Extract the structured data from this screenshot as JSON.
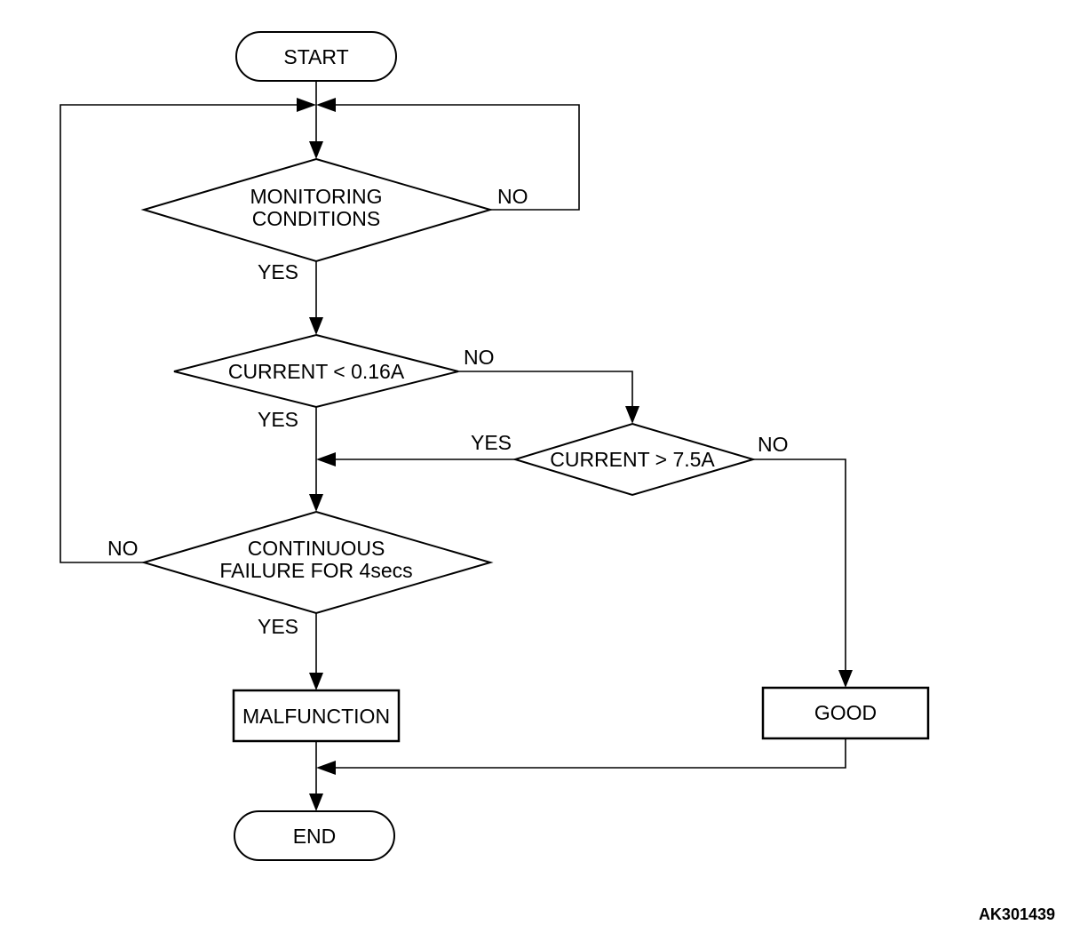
{
  "nodes": {
    "start": "START",
    "monitoring_line1": "MONITORING",
    "monitoring_line2": "CONDITIONS",
    "current_low": "CURRENT < 0.16A",
    "current_high": "CURRENT > 7.5A",
    "continuous_line1": "CONTINUOUS",
    "continuous_line2": "FAILURE FOR 4secs",
    "malfunction": "MALFUNCTION",
    "good": "GOOD",
    "end": "END"
  },
  "edges": {
    "monitoring_no": "NO",
    "monitoring_yes": "YES",
    "current_low_no": "NO",
    "current_low_yes": "YES",
    "current_high_yes": "YES",
    "current_high_no": "NO",
    "continuous_no": "NO",
    "continuous_yes": "YES"
  },
  "figure_id": "AK301439"
}
